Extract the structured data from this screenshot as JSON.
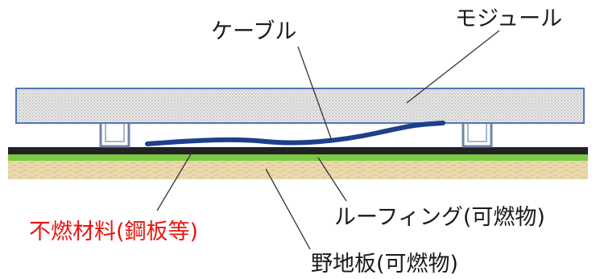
{
  "labels": {
    "cable": "ケーブル",
    "module": "モジュール",
    "roofing": "ルーフィング(可燃物)",
    "noncombustible": "不燃材料(鋼板等)",
    "sheathing": "野地板(可燃物)"
  },
  "colors": {
    "module_fill": "#e4e4e4",
    "module_border": "#5b7db8",
    "cable": "#1e3f8a",
    "steel_layer": "#222222",
    "roofing_layer": "#7ac943",
    "wood_layer": "#e8d6a8",
    "leader": "#333333",
    "red_label": "#e8150f"
  }
}
